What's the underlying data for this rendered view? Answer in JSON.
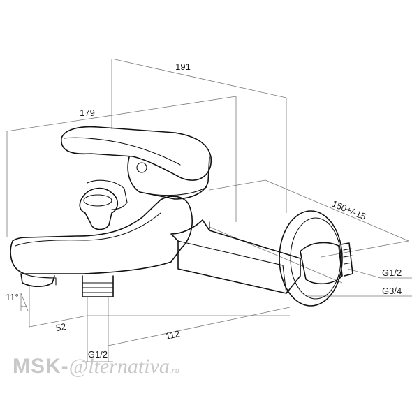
{
  "dimensions": {
    "overall_depth": "191",
    "body_length": "179",
    "center_distance": "150+/-15",
    "spout_angle": "11°",
    "spout_offset": "52",
    "outlet_distance": "112",
    "thread_top": "G1/2",
    "thread_outlet": "G3/4",
    "thread_bottom": "G1/2"
  },
  "watermark": {
    "main": "MSK-",
    "script": "@lternativa",
    "suffix": ".ru"
  }
}
